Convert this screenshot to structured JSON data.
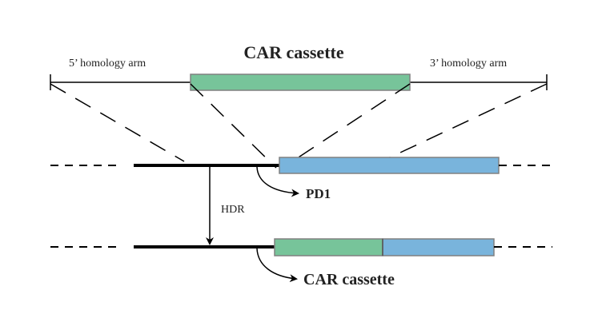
{
  "title": "CAR cassette",
  "labels": {
    "left_arm": "5’  homology arm",
    "right_arm": "3’  homology arm",
    "hdr": "HDR",
    "pd1": "PD1",
    "car_cassette_bottom": "CAR cassette"
  },
  "colors": {
    "car_cassette": "#77c49a",
    "pd1": "#79b4dc",
    "outline": "#808080",
    "line": "#000000"
  }
}
